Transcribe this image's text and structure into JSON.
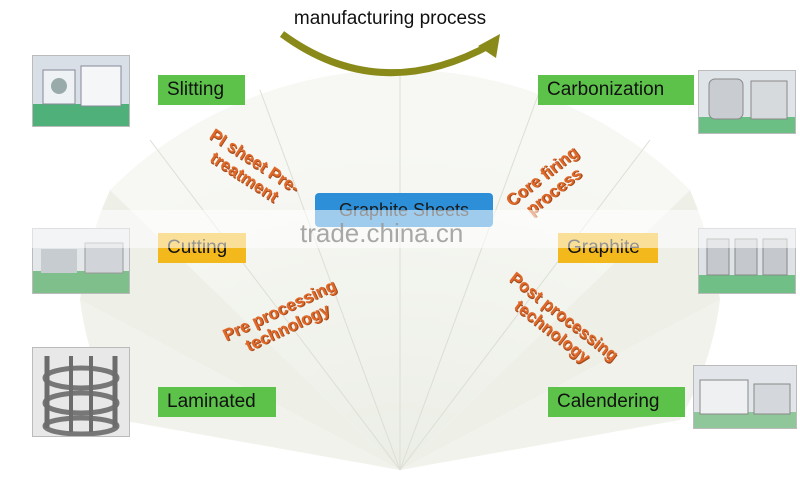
{
  "title": "manufacturing process",
  "center": "Graphite Sheets",
  "watermark": "trade.china.cn",
  "steps": {
    "slitting": "Slitting",
    "cutting": "Cutting",
    "laminated": "Laminated",
    "carbonization": "Carbonization",
    "graphite": "Graphite",
    "calendering": "Calendering"
  },
  "phases": {
    "pi_sheet": [
      "PI sheet Pre-",
      "treatment"
    ],
    "core_firing": [
      "Core firing",
      "process"
    ],
    "pre_processing": [
      "Pre processing",
      "technology"
    ],
    "post_processing": [
      "Post processing",
      "technology"
    ]
  },
  "colors": {
    "label_green": "#5cc24a",
    "label_yellow": "#f2b81c",
    "center_blue": "#2c8fd8",
    "phase_orange": "#e0692a",
    "arrow_olive": "#8a8a1a"
  }
}
